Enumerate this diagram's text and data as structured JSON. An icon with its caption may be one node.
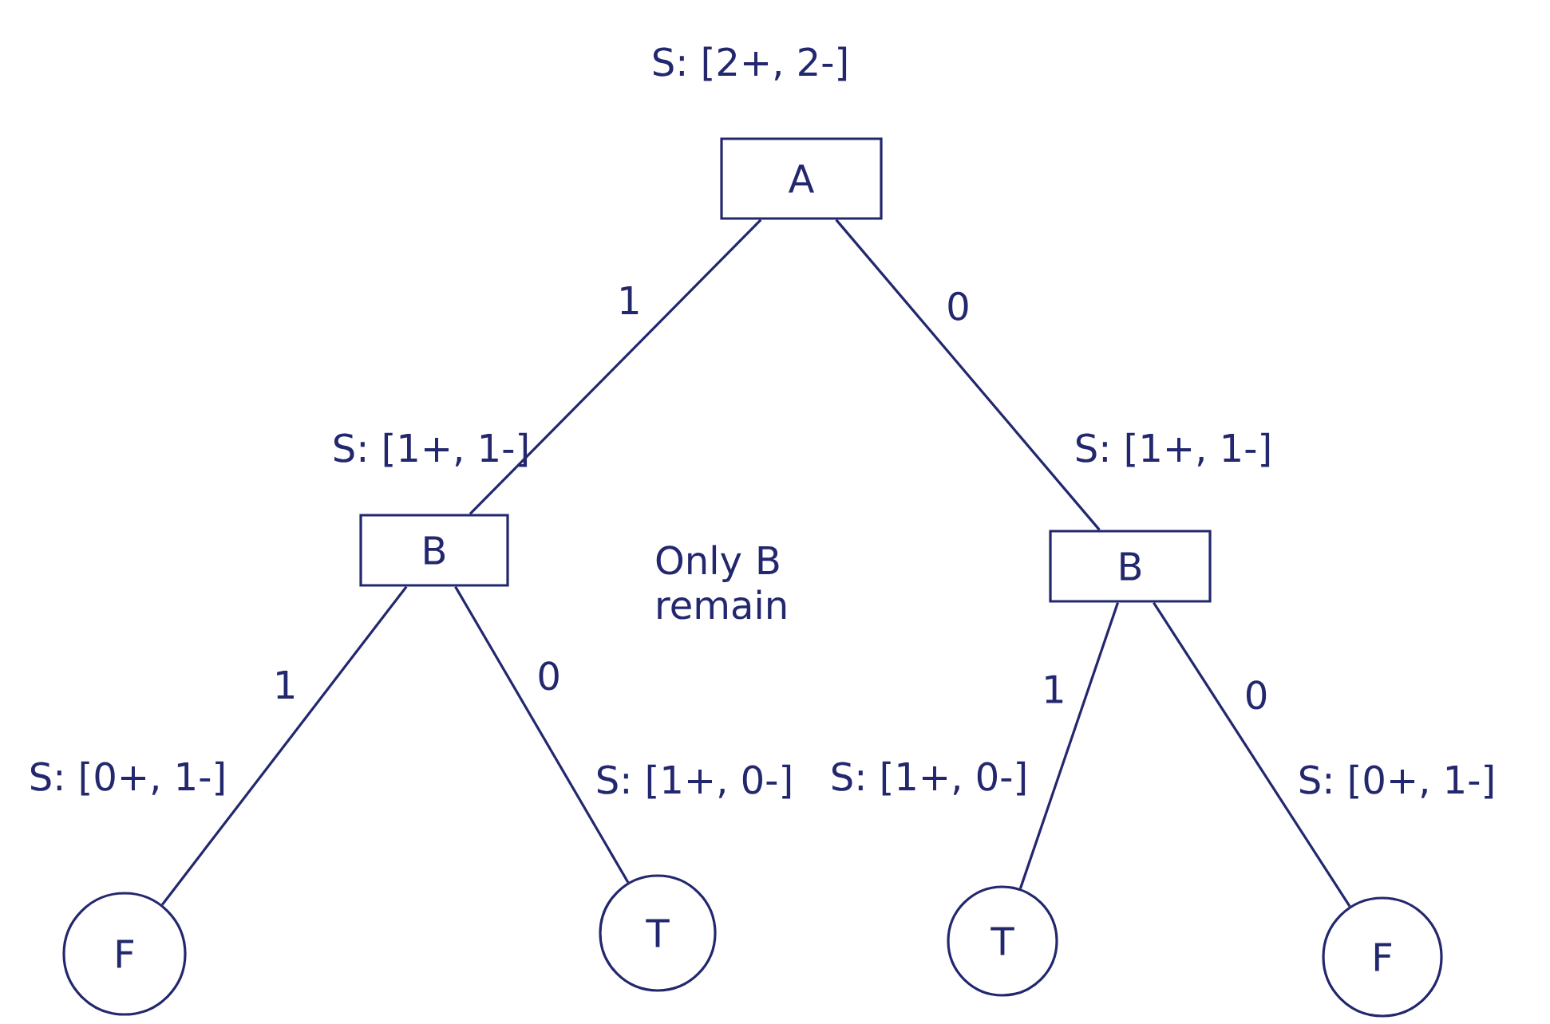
{
  "diagram": {
    "nodes": [
      {
        "text": [
          "A"
        ],
        "beside": [
          "S: [2+, 2-]"
        ]
      },
      {
        "text": [
          "B"
        ],
        "beside": [
          "S: [1+, 1-]"
        ]
      },
      {
        "text": [
          "B"
        ],
        "beside": [
          "S: [1+, 1-]"
        ]
      },
      {
        "text": [
          "F"
        ],
        "beside": [
          "S: [0+, 1-]"
        ]
      },
      {
        "text": [
          "T"
        ],
        "beside": [
          "S: [1+, 0-]"
        ]
      },
      {
        "text": [
          "T"
        ],
        "beside": [
          "S: [1+, 0-]"
        ]
      },
      {
        "text": [
          "F"
        ],
        "beside": [
          "S: [0+, 1-]"
        ]
      }
    ],
    "edges": [
      {
        "from": 0,
        "to": 1,
        "arrow": "none",
        "label": "1"
      },
      {
        "from": 0,
        "to": 2,
        "arrow": "none",
        "label": "0"
      },
      {
        "from": 1,
        "to": 3,
        "arrow": "none",
        "label": "1"
      },
      {
        "from": 1,
        "to": 4,
        "arrow": "none",
        "label": "0"
      },
      {
        "from": 2,
        "to": 5,
        "arrow": "none",
        "label": "1"
      },
      {
        "from": 2,
        "to": 6,
        "arrow": "none",
        "label": "0"
      }
    ],
    "labels": [
      "Only B remain"
    ]
  }
}
